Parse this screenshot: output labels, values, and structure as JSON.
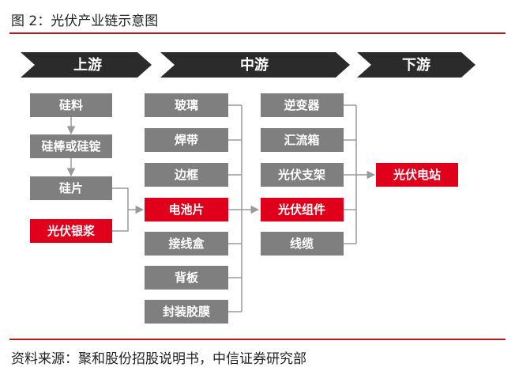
{
  "figure_title": "图 2：光伏产业链示意图",
  "stages": {
    "upstream": "上游",
    "midstream": "中游",
    "downstream": "下游"
  },
  "upstream_items": [
    "硅料",
    "硅棒或硅锭",
    "硅片",
    "光伏银浆"
  ],
  "midstream_left_items": [
    "玻璃",
    "焊带",
    "边框",
    "电池片",
    "接线盒",
    "背板",
    "封装胶膜"
  ],
  "midstream_right_items": [
    "逆变器",
    "汇流箱",
    "光伏支架",
    "光伏组件",
    "线缆"
  ],
  "downstream_items": [
    "光伏电站"
  ],
  "colors": {
    "chevron": "#2b2b2b",
    "box_gray": "#7f7f7f",
    "box_highlight": "#e0001b",
    "connector": "#9a9a9a",
    "rule": "#b71c1c"
  },
  "source": "资料来源：聚和股份招股说明书，中信证券研究部"
}
